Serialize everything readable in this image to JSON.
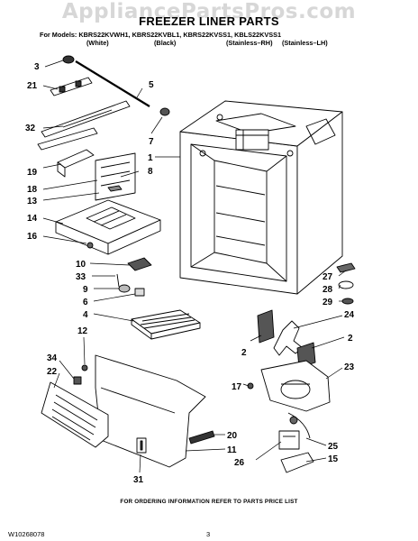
{
  "watermark": "AppliancePartsPros.com",
  "title": "FREEZER LINER PARTS",
  "models_line": "For Models: KBRS22KVWH1, KBRS22KVBL1, KBRS22KVSS1, KBLS22KVSS1",
  "variants": [
    "(White)",
    "(Black)",
    "(Stainless–RH)",
    "(Stainless–LH)"
  ],
  "callouts": {
    "c3": "3",
    "c21": "21",
    "c5": "5",
    "c32": "32",
    "c7": "7",
    "c1": "1",
    "c19": "19",
    "c8": "8",
    "c18": "18",
    "c13": "13",
    "c14": "14",
    "c16": "16",
    "c10": "10",
    "c33": "33",
    "c9": "9",
    "c6": "6",
    "c4": "4",
    "c27": "27",
    "c28": "28",
    "c29": "29",
    "c24": "24",
    "c2a": "2",
    "c2b": "2",
    "c12": "12",
    "c34": "34",
    "c22": "22",
    "c23": "23",
    "c17": "17",
    "c20": "20",
    "c25": "25",
    "c11": "11",
    "c26": "26",
    "c15": "15",
    "c31": "31"
  },
  "footer_note": "FOR ORDERING INFORMATION REFER TO PARTS PRICE LIST",
  "doc_number": "W10268078",
  "page_number": "3"
}
